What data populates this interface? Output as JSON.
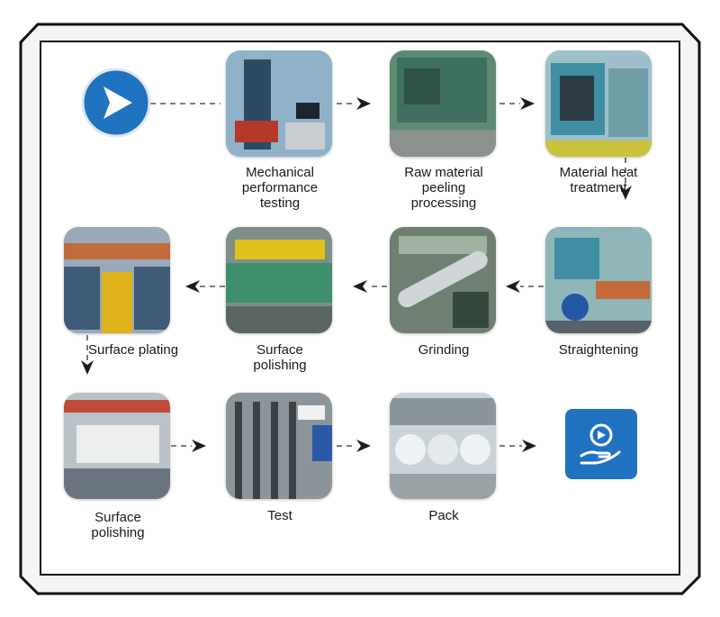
{
  "diagram": {
    "colors": {
      "frame": "#111111",
      "icon_blue": "#1f73c0",
      "icon_blue_dark": "#145fa4",
      "arrow": "#1c1c1c"
    },
    "start_icon": {
      "icon": "play-chevron-icon"
    },
    "end_icon": {
      "icon": "hand-delivery-icon"
    },
    "steps": [
      {
        "id": "mech",
        "label": "Mechanical\nperformance\ntesting",
        "photo": "tensile-testing-machine"
      },
      {
        "id": "peel",
        "label": "Raw material\npeeling\nprocessing",
        "photo": "peeling-machine"
      },
      {
        "id": "heat",
        "label": "Material heat\ntreatment",
        "photo": "heat-treatment-furnace"
      },
      {
        "id": "straight",
        "label": "Straightening",
        "photo": "straightening-machine"
      },
      {
        "id": "grind",
        "label": "Grinding",
        "photo": "grinding-machine"
      },
      {
        "id": "polish1",
        "label": "Surface\npolishing",
        "photo": "polishing-line"
      },
      {
        "id": "plating",
        "label": "Surface plating",
        "photo": "plating-line"
      },
      {
        "id": "polish2",
        "label": "Surface\npolishing",
        "photo": "polishing-workshop"
      },
      {
        "id": "test",
        "label": "Test",
        "photo": "bar-inspection"
      },
      {
        "id": "pack",
        "label": "Pack",
        "photo": "packed-bars"
      }
    ]
  }
}
